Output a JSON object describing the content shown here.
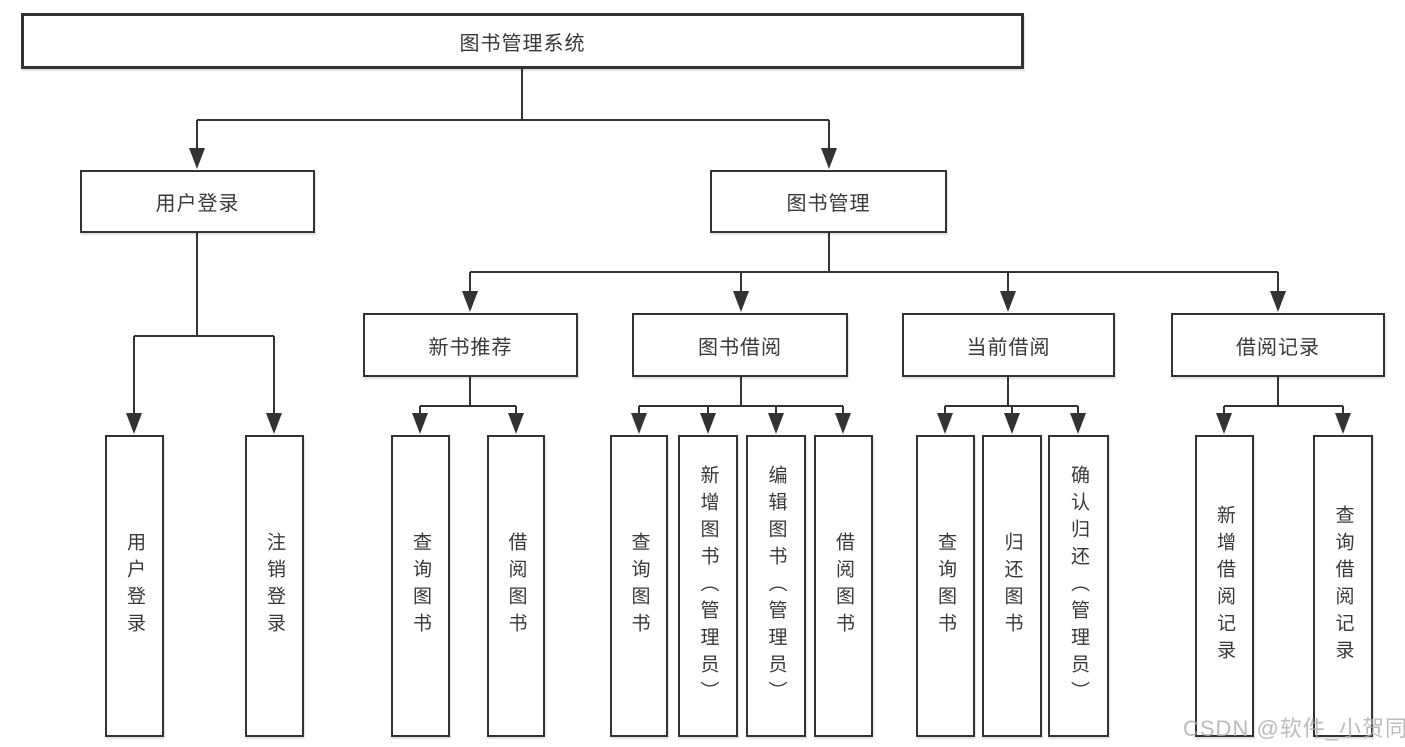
{
  "tree": {
    "root": {
      "label": "图书管理系统"
    },
    "branches": [
      {
        "label": "用户登录",
        "children": [
          {
            "label": "用户登录"
          },
          {
            "label": "注销登录"
          }
        ]
      },
      {
        "label": "图书管理",
        "groups": [
          {
            "label": "新书推荐",
            "children": [
              {
                "label": "查询图书"
              },
              {
                "label": "借阅图书"
              }
            ]
          },
          {
            "label": "图书借阅",
            "children": [
              {
                "label": "查询图书"
              },
              {
                "label": "新增图书（管理员）"
              },
              {
                "label": "编辑图书（管理员）"
              },
              {
                "label": "借阅图书"
              }
            ]
          },
          {
            "label": "当前借阅",
            "children": [
              {
                "label": "查询图书"
              },
              {
                "label": "归还图书"
              },
              {
                "label": "确认归还（管理员）"
              }
            ]
          },
          {
            "label": "借阅记录",
            "children": [
              {
                "label": "新增借阅记录"
              },
              {
                "label": "查询借阅记录"
              }
            ]
          }
        ]
      }
    ]
  },
  "watermark": {
    "text": "CSDN @软件_小贺同学"
  },
  "colors": {
    "line": "#333333",
    "text": "#383838",
    "watermark": "#ababab"
  }
}
